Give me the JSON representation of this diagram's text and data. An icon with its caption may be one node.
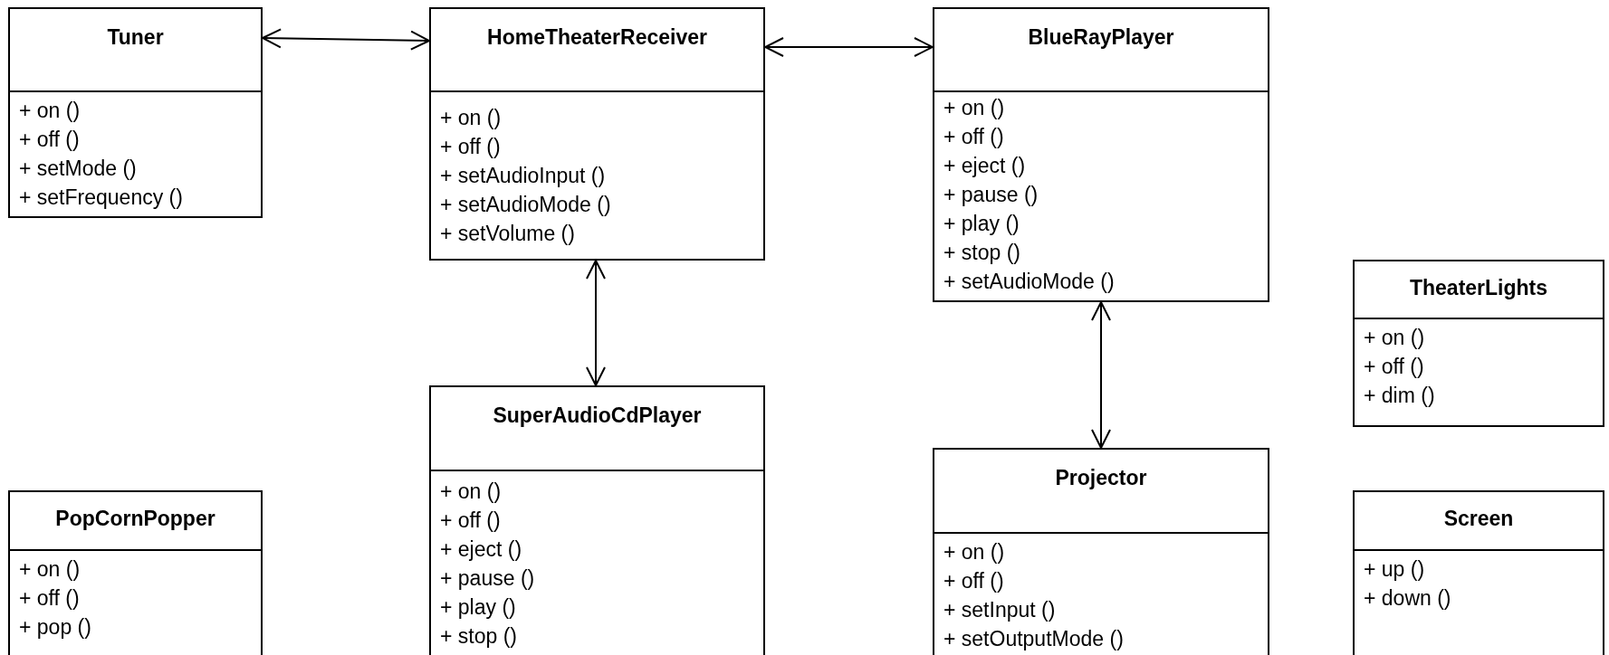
{
  "diagram": {
    "nodes": [
      {
        "text": [
          "Tuner",
          "+ on ()",
          "+ off ()",
          "+ setMode ()",
          "+ setFrequency ()"
        ]
      },
      {
        "text": [
          "HomeTheaterReceiver",
          "+ on ()",
          "+ off ()",
          "+ setAudioInput ()",
          "+ setAudioMode ()",
          "+ setVolume ()"
        ]
      },
      {
        "text": [
          "BlueRayPlayer",
          "+ on ()",
          "+ off ()",
          "+ eject ()",
          "+ pause ()",
          "+ play ()",
          "+ stop ()",
          "+ setAudioMode ()"
        ]
      },
      {
        "text": [
          "TheaterLights",
          "+ on ()",
          "+ off ()",
          "+ dim ()"
        ]
      },
      {
        "text": [
          "SuperAudioCdPlayer",
          "+ on ()",
          "+ off ()",
          "+ eject ()",
          "+ pause ()",
          "+ play ()",
          "+ stop ()"
        ]
      },
      {
        "text": [
          "Projector",
          "+ on ()",
          "+ off ()",
          "+ setInput ()",
          "+ setOutputMode ()"
        ]
      },
      {
        "text": [
          "PopCornPopper",
          "+ on ()",
          "+ off ()",
          "+ pop ()"
        ]
      },
      {
        "text": [
          "Screen",
          "+ up ()",
          "+ down ()"
        ]
      }
    ],
    "edges": [
      {
        "from": 0,
        "to": 1,
        "arrow": "both"
      },
      {
        "from": 1,
        "to": 2,
        "arrow": "both"
      },
      {
        "from": 1,
        "to": 4,
        "arrow": "both"
      },
      {
        "from": 2,
        "to": 5,
        "arrow": "both"
      }
    ]
  }
}
